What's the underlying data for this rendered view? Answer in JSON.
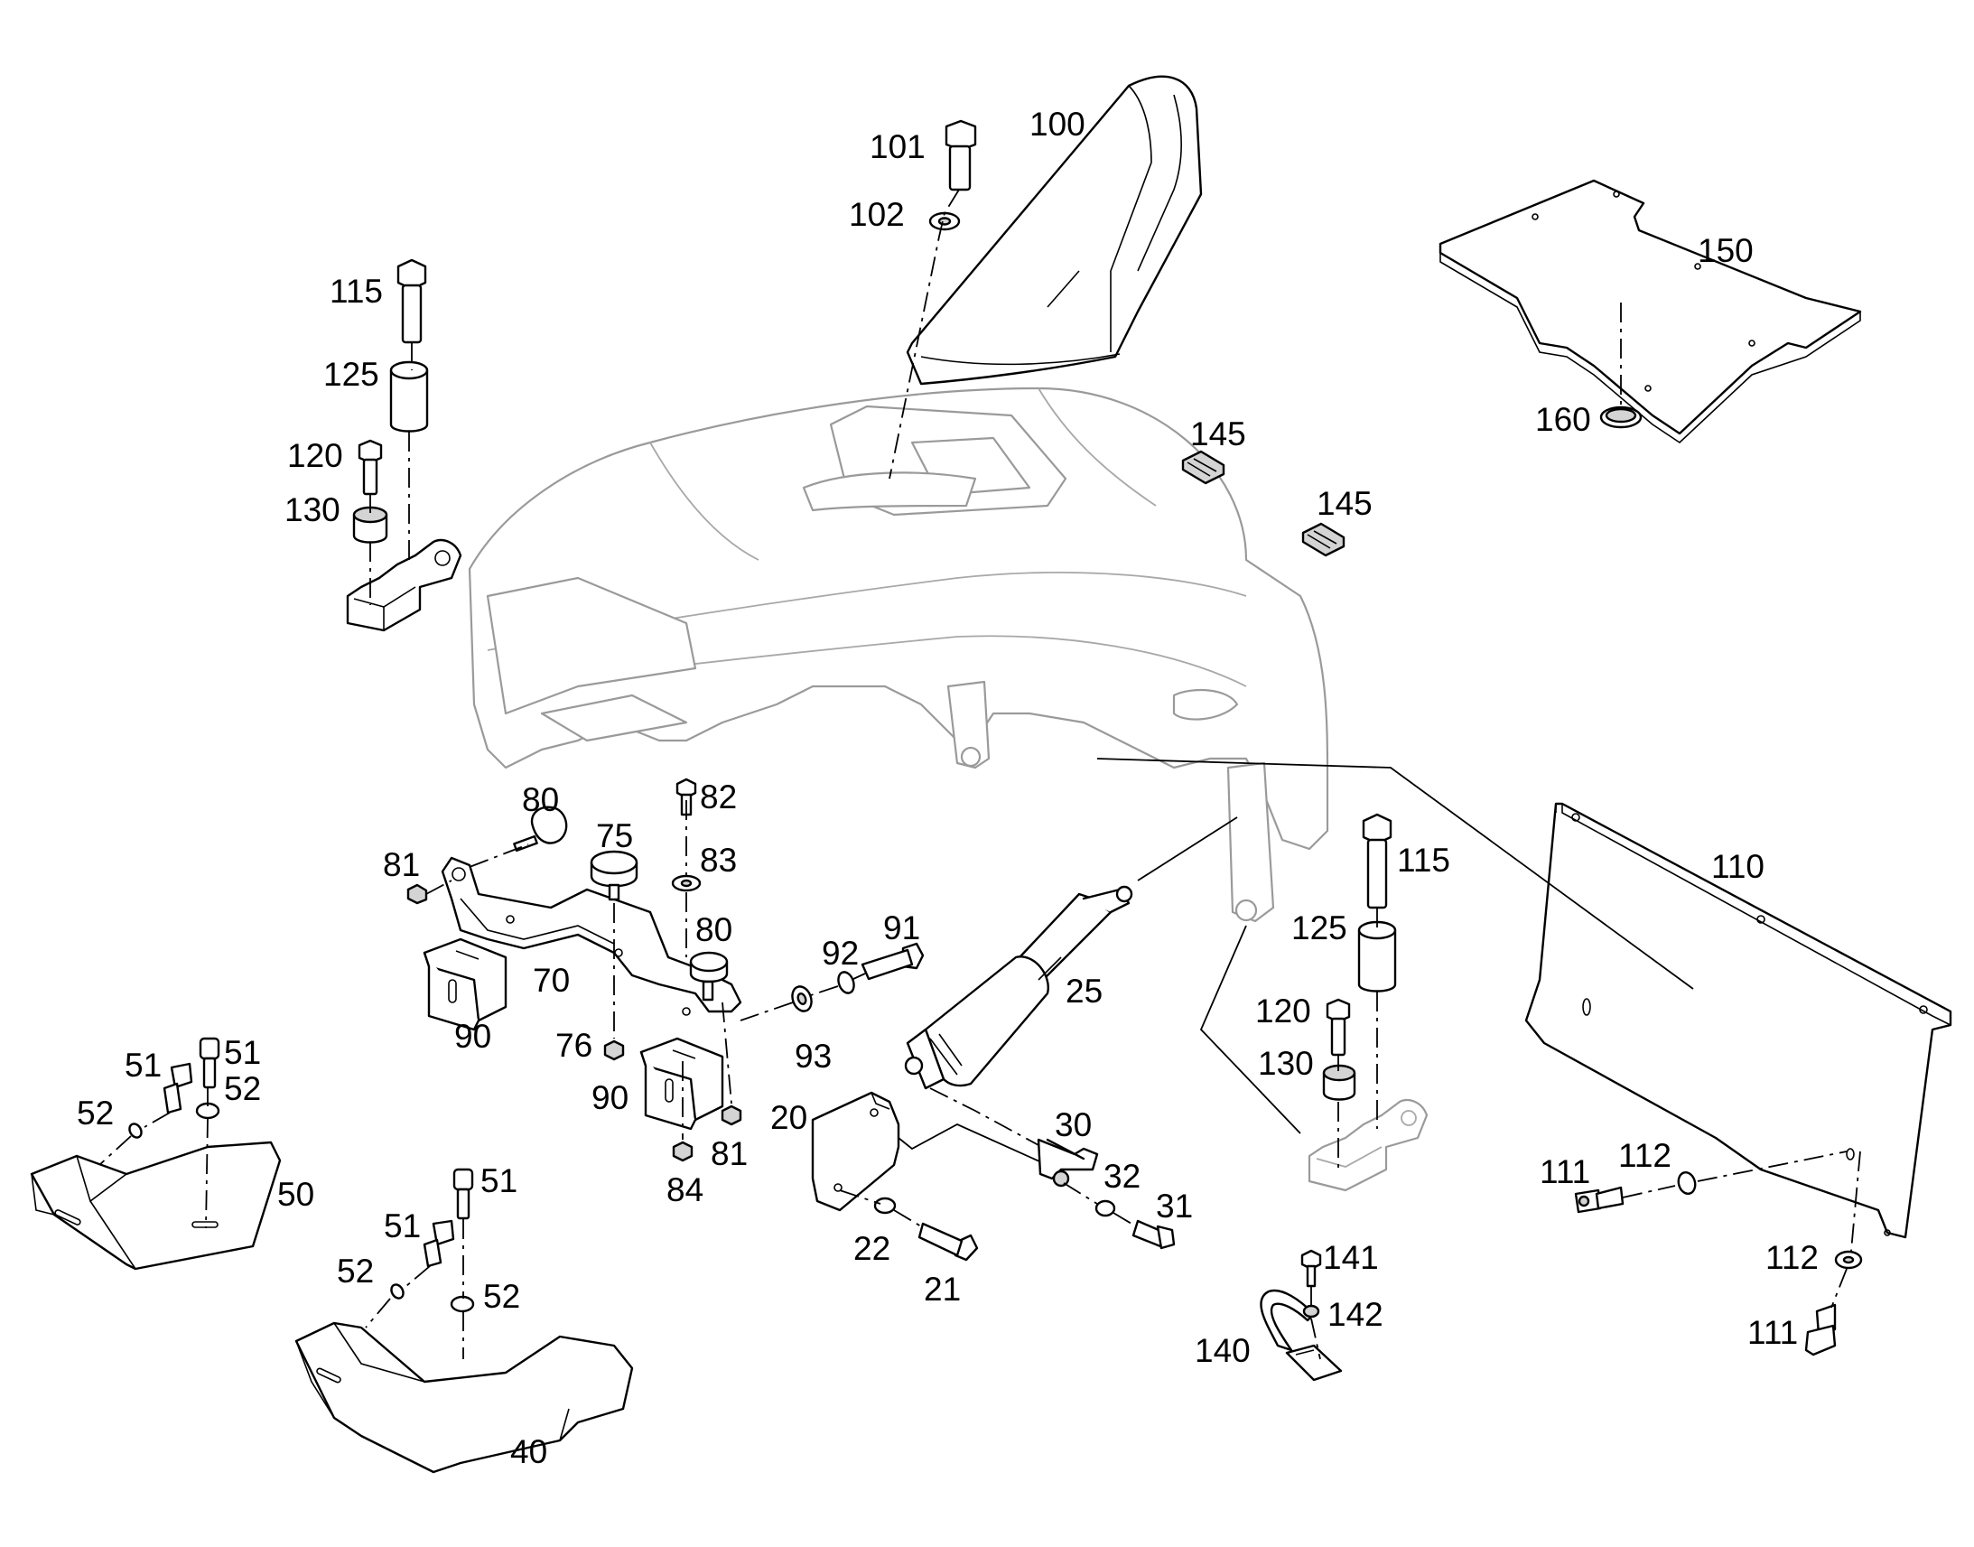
{
  "diagram": {
    "labels": {
      "l100": "100",
      "l101": "101",
      "l102": "102",
      "l150": "150",
      "l160": "160",
      "l115a": "115",
      "l125a": "125",
      "l120a": "120",
      "l130a": "130",
      "l145a": "145",
      "l145b": "145",
      "l80a": "80",
      "l81a": "81",
      "l75": "75",
      "l82": "82",
      "l83": "83",
      "l80b": "80",
      "l70": "70",
      "l90a": "90",
      "l76": "76",
      "l90b": "90",
      "l84": "84",
      "l81b": "81",
      "l91": "91",
      "l92": "92",
      "l93": "93",
      "l25": "25",
      "l20": "20",
      "l30": "30",
      "l32": "32",
      "l31": "31",
      "l22": "22",
      "l21": "21",
      "l51a": "51",
      "l51b": "51",
      "l52a": "52",
      "l52b": "52",
      "l50": "50",
      "l51c": "51",
      "l51d": "51",
      "l52c": "52",
      "l52d": "52",
      "l40": "40",
      "l115b": "115",
      "l125b": "125",
      "l120b": "120",
      "l130b": "130",
      "l110": "110",
      "l111a": "111",
      "l112a": "112",
      "l112b": "112",
      "l111b": "111",
      "l141": "141",
      "l142": "142",
      "l140": "140"
    }
  }
}
